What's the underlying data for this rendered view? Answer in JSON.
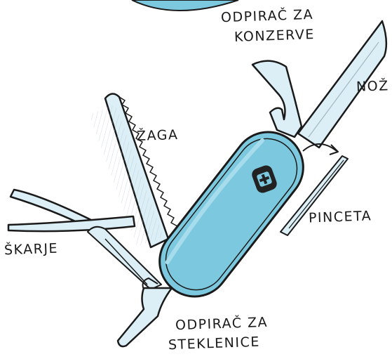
{
  "labels": {
    "can_opener_line1": "ODPIRAČ ZA",
    "can_opener_line2": "KONZERVE",
    "knife": "NOŽ",
    "saw": "ŽAGA",
    "tweezers": "PINCETA",
    "scissors": "ŠKARJE",
    "bottle_opener_line1": "ODPIRAČ ZA",
    "bottle_opener_line2": "STEKLENICE"
  },
  "colors": {
    "body": "#7cc9df",
    "body_highlight": "#a7dcec",
    "blade": "#dceff6",
    "outline": "#1a1a1a",
    "logo": "#222222",
    "background": "#ffffff"
  }
}
